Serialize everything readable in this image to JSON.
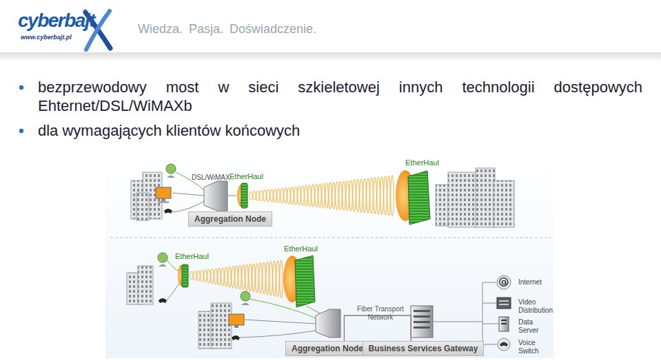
{
  "diagram": {
    "nodes": [
      {
        "text": [
          "Aggregation Node"
        ]
      },
      {
        "text": [
          "Aggregation Node"
        ]
      },
      {
        "text": [
          "Business Services Gateway"
        ]
      }
    ],
    "edges": [
      {
        "from": 1,
        "to": 2,
        "arrow": "none"
      }
    ],
    "labels": [
      "cyberbajt",
      "®",
      "www.cyberbajt.pl",
      "Wiedza. Pasja. Doświadczenie.",
      "bezprzewodowy most w sieci szkieletowej innych technologii dostępowych Ehternet/DSL/WiMAXb",
      "dla wymagających klientów końcowych",
      "DSL/WiMAX",
      "EtherHaul",
      "EtherHaul",
      "EtherHaul",
      "EtherHaul",
      "Fiber Transport Network",
      "Internet",
      "Video Distribution",
      "Data Server",
      "Voice Switch"
    ]
  }
}
